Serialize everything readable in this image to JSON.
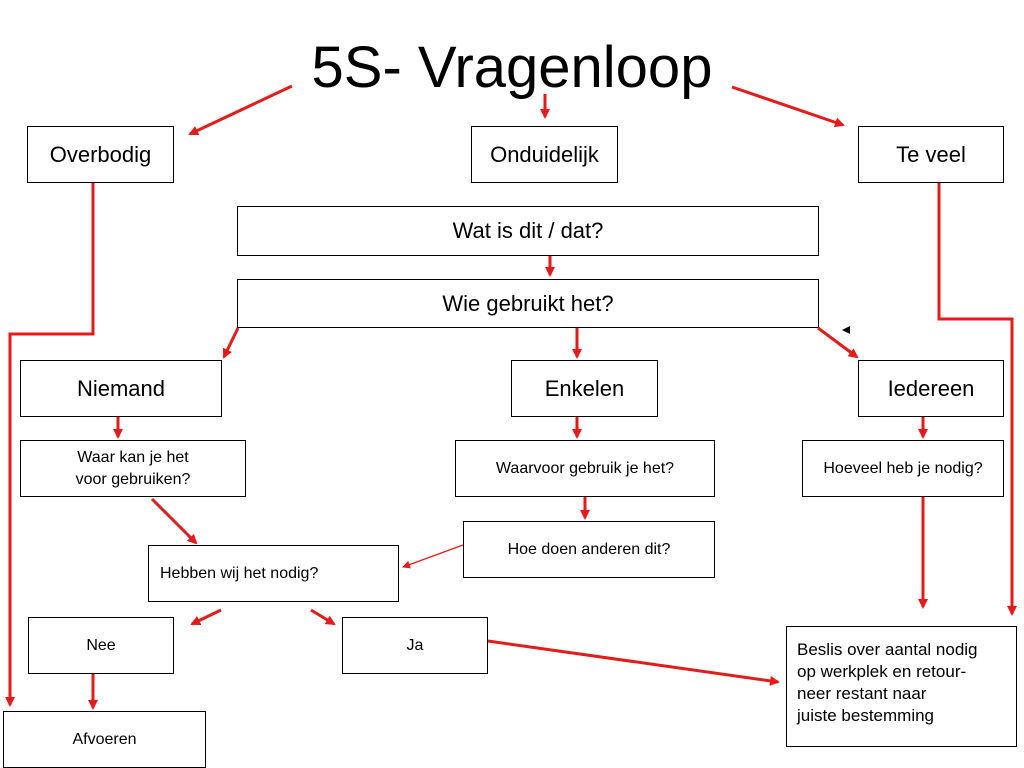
{
  "title": "5S- Vragenloop",
  "nodes": {
    "overbodig": "Overbodig",
    "onduidelijk": "Onduidelijk",
    "te_veel": "Te veel",
    "wat_is_dit": "Wat is dit / dat?",
    "wie_gebruikt": "Wie gebruikt het?",
    "niemand": "Niemand",
    "enkelen": "Enkelen",
    "iedereen": "Iedereen",
    "waar_kan": "Waar kan je het\nvoor gebruiken?",
    "waarvoor": "Waarvoor gebruik je het?",
    "hoeveel": "Hoeveel heb je nodig?",
    "hoe_doen": "Hoe doen anderen dit?",
    "hebben_wij": "Hebben wij het nodig?",
    "nee": "Nee",
    "ja": "Ja",
    "afvoeren": "Afvoeren",
    "beslis": "Beslis over aantal nodig\nop werkplek en retour-\nneer restant naar\njuiste bestemming"
  },
  "colors": {
    "arrow": "#e31b1b",
    "border": "#000000"
  }
}
